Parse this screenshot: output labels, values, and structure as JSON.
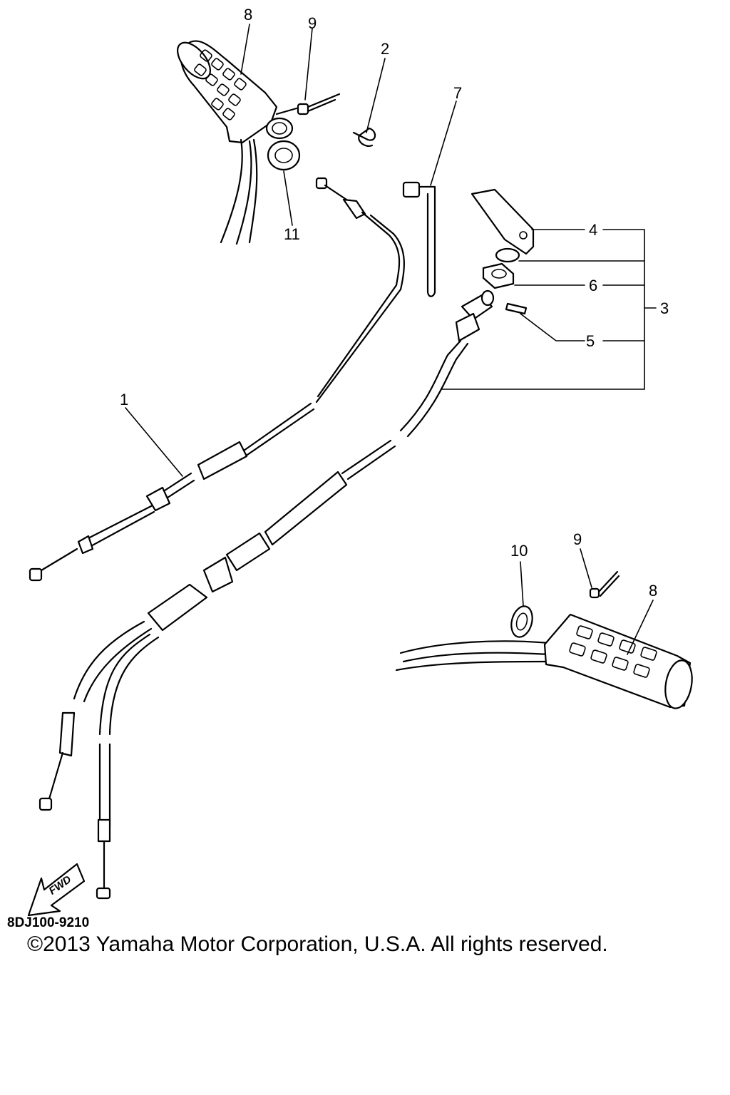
{
  "diagram": {
    "diagram_code": "8DJ100-9210",
    "fwd_label": "FWD",
    "copyright": "©2013 Yamaha Motor Corporation, U.S.A. All rights reserved.",
    "callouts": {
      "c1": "1",
      "c2": "2",
      "c3": "3",
      "c4": "4",
      "c5": "5",
      "c6": "6",
      "c7": "7",
      "c8_top": "8",
      "c8_bottom": "8",
      "c9_top": "9",
      "c9_bottom": "9",
      "c10": "10",
      "c11": "11"
    }
  }
}
